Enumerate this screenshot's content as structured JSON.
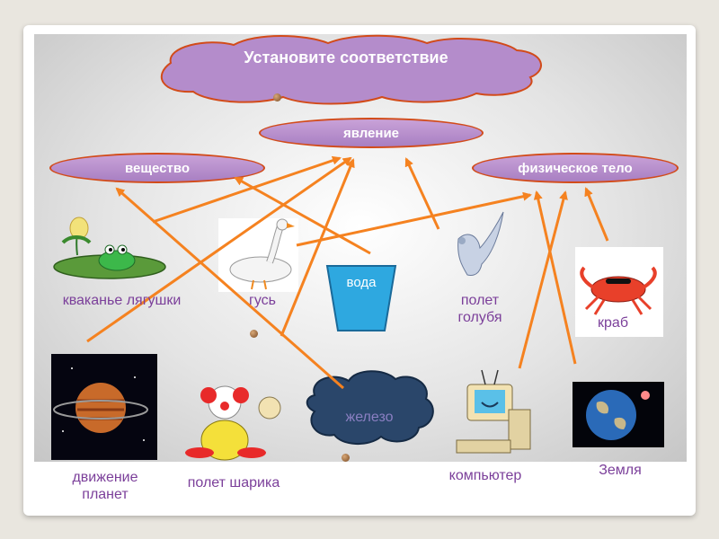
{
  "title": "Установите соответствие",
  "categories": {
    "phenomenon": "явление",
    "substance": "вещество",
    "body": "физическое тело"
  },
  "items": {
    "frog": "кваканье лягушки",
    "goose": "гусь",
    "water": "вода",
    "pigeon": "полет\nголубя",
    "crab": "краб",
    "planets": "движение\nпланет",
    "balloon": "полет шарика",
    "iron": "железо",
    "computer": "компьютер",
    "earth": "Земля"
  },
  "colors": {
    "arrow": "#f58220",
    "label": "#7b3f9a",
    "oval_fill": "#b48ccb",
    "oval_border": "#d24b1a"
  }
}
